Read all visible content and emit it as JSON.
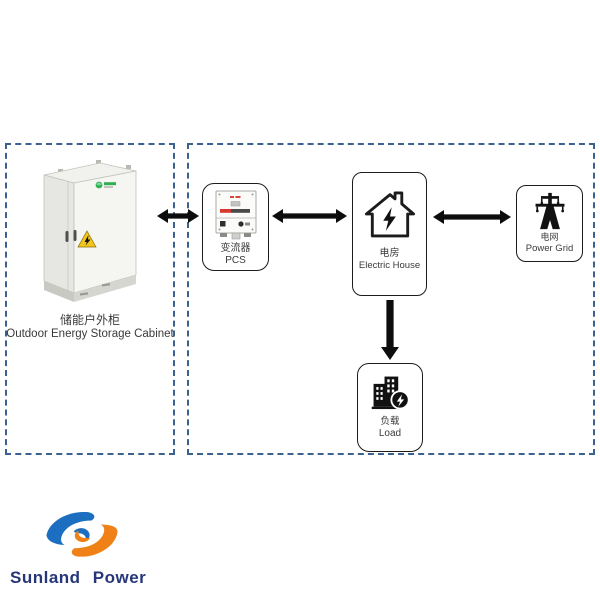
{
  "nodes": {
    "cabinet": {
      "label_zh": "储能户外柜",
      "label_en": "Outdoor Energy Storage Cabinet"
    },
    "pcs": {
      "label_zh": "变流器",
      "label_en": "PCS"
    },
    "electric_house": {
      "label_zh": "电房",
      "label_en": "Electric House"
    },
    "power_grid": {
      "label_zh": "电网",
      "label_en": "Power Grid"
    },
    "load": {
      "label_zh": "负载",
      "label_en": "Load"
    }
  },
  "branding": {
    "company_name": "Sunland Power"
  },
  "icons": {
    "cabinet": "energy-storage-cabinet-illustration",
    "pcs": "inverter-front-panel-icon",
    "electric_house": "house-with-lightning-icon",
    "power_grid": "transmission-tower-icon",
    "load": "buildings-with-power-badge-icon",
    "brand": "sunland-dual-swirl-logo"
  },
  "colors": {
    "dashed_border": "#3a6190",
    "arrow": "#0d0d0d",
    "node_border": "#1c1c1c",
    "warning_yellow": "#f2c51e",
    "pcs_stripe_red": "#d63a2e",
    "cabinet_logo_green": "#2fae52",
    "logo_blue": "#1b6ec0",
    "logo_orange": "#f08117",
    "brand_text_blue": "#263679"
  }
}
